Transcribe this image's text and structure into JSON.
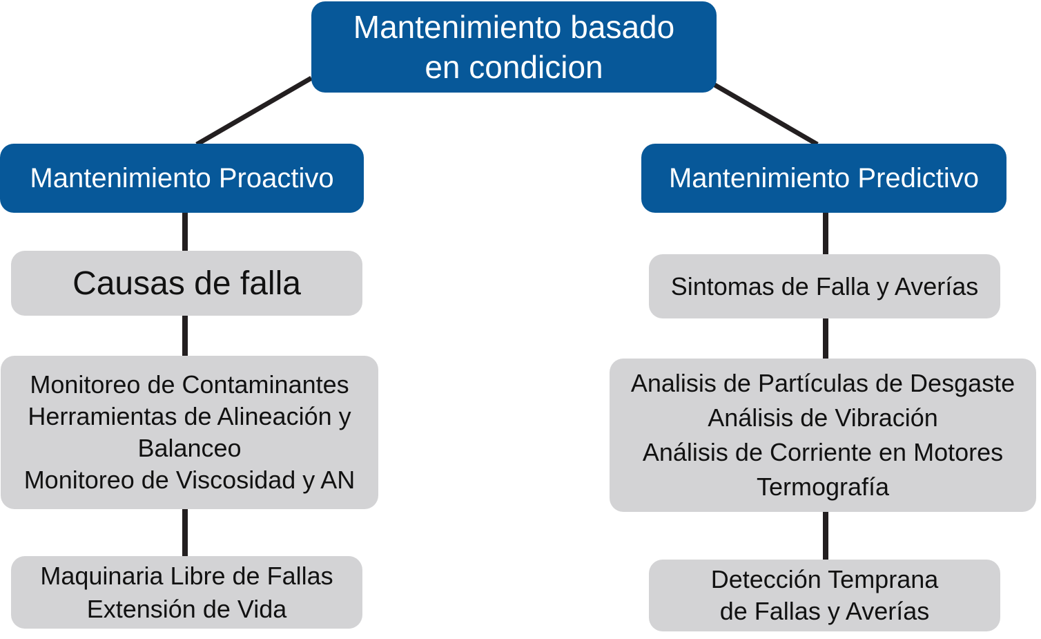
{
  "root": {
    "lines": [
      "Mantenimiento basado",
      "en condicion"
    ]
  },
  "proactive": {
    "title": "Mantenimiento Proactivo",
    "causes": "Causas de falla",
    "monitoring": [
      "Monitoreo de Contaminantes",
      "Herramientas de Alineación y",
      "Balanceo",
      "Monitoreo de Viscosidad y AN"
    ],
    "result": [
      "Maquinaria Libre de Fallas",
      "Extensión de Vida"
    ]
  },
  "predictive": {
    "title": "Mantenimiento Predictivo",
    "symptoms": "Sintomas de Falla y Averías",
    "analysis": [
      "Analisis de Partículas de Desgaste",
      "Análisis de Vibración",
      "Análisis de Corriente en Motores",
      "Termografía"
    ],
    "result": [
      "Detección Temprana",
      "de Fallas y Averías"
    ]
  },
  "colors": {
    "header_fill": "#075899",
    "box_fill": "#d3d3d5",
    "connector": "#231f20"
  }
}
